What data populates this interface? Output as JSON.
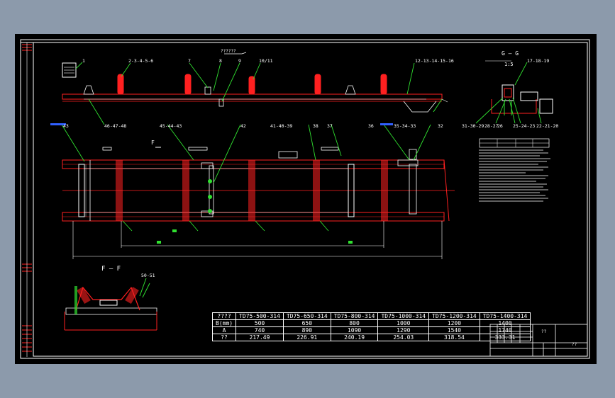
{
  "labels": {
    "l1": "1",
    "l2": "2-3-4-5-6",
    "l7": "7",
    "l8": "8",
    "l9": "9",
    "l10": "10/11",
    "l12": "12-13-14-15-16",
    "lg": "G — G",
    "lscale": "1:5",
    "l17": "17-18-19",
    "l31": "31-30-29",
    "l28": "28-27",
    "l26": "26",
    "l25": "25-24-23",
    "l22": "22-21-20",
    "l46": "46-47-48",
    "l43": "43",
    "l45": "45-44-43",
    "l42": "42",
    "l41": "41-40-39",
    "l38": "38",
    "l37": "37",
    "l36": "36",
    "l35": "35-34-33",
    "l32": "32",
    "lf": "F",
    "lff": "F — F",
    "l50": "50-51",
    "arrow_txt": "??????"
  },
  "spec_table": {
    "rows": [
      [
        "????",
        "TD75-500-314",
        "TD75-650-314",
        "TD75-800-314",
        "TD75-1000-314",
        "TD75-1200-314",
        "TD75-1400-314"
      ],
      [
        "B(mm)",
        "500",
        "650",
        "800",
        "1000",
        "1200",
        "1400"
      ],
      [
        "A",
        "740",
        "890",
        "1090",
        "1290",
        "1540",
        "1740"
      ],
      [
        "??",
        "217.49",
        "226.91",
        "240.19",
        "254.03",
        "318.54",
        "333.31"
      ]
    ]
  },
  "title_block": {
    "name": "??",
    "number": "??"
  },
  "colors": {
    "background": "#8c9aab",
    "sheet": "#000000",
    "frame": "#ffffff",
    "red": "#ff2020",
    "green": "#30e030",
    "blue": "#3060ff",
    "yellow": "#ffff40"
  }
}
